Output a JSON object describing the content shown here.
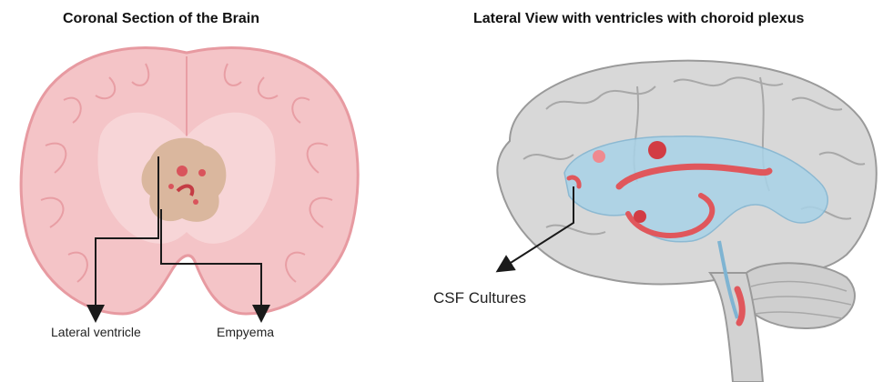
{
  "left_panel": {
    "title": "Coronal Section of the Brain",
    "labels": {
      "lateral_ventricle": "Lateral ventricle",
      "empyema": "Empyema"
    }
  },
  "right_panel": {
    "title": "Lateral View with ventricles with choroid plexus",
    "labels": {
      "csf_cultures": "CSF Cultures"
    }
  },
  "colors": {
    "cortex_pink": "#f4c4c7",
    "cortex_outline": "#e79aa1",
    "abscess_tan": "#d8b59b",
    "lesion_red": "#d9545c",
    "brain_gray": "#d6d6d6",
    "ventricle_blue": "#a9d3e8",
    "choroid_red": "#e0575c",
    "arrow": "#1a1a1a"
  }
}
